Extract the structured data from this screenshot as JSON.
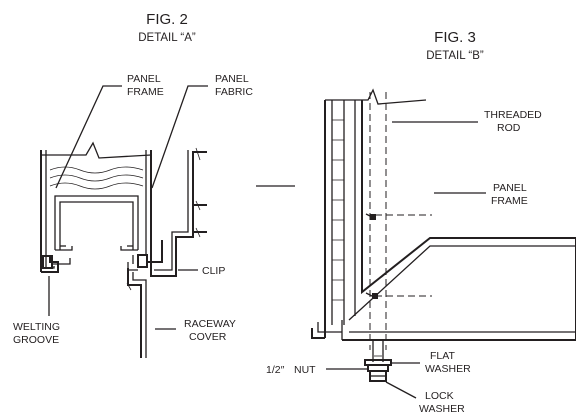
{
  "fig2": {
    "title": "FIG. 2",
    "detail": "DETAIL “A”",
    "labels": {
      "panel_frame_1": "PANEL",
      "panel_frame_2": "FRAME",
      "panel_fabric_1": "PANEL",
      "panel_fabric_2": "FABRIC",
      "clip": "CLIP",
      "welting_1": "WELTING",
      "welting_2": "GROOVE",
      "raceway_1": "RACEWAY",
      "raceway_2": "COVER"
    }
  },
  "fig3": {
    "title": "FIG. 3",
    "detail": "DETAIL “B”",
    "labels": {
      "threaded_1": "THREADED",
      "threaded_2": "ROD",
      "frame_1": "PANEL",
      "frame_2": "FRAME",
      "nut_prefix": "1/2″",
      "nut": "NUT",
      "flat_1": "FLAT",
      "flat_2": "WASHER",
      "lock_1": "LOCK",
      "lock_2": "WASHER"
    }
  }
}
